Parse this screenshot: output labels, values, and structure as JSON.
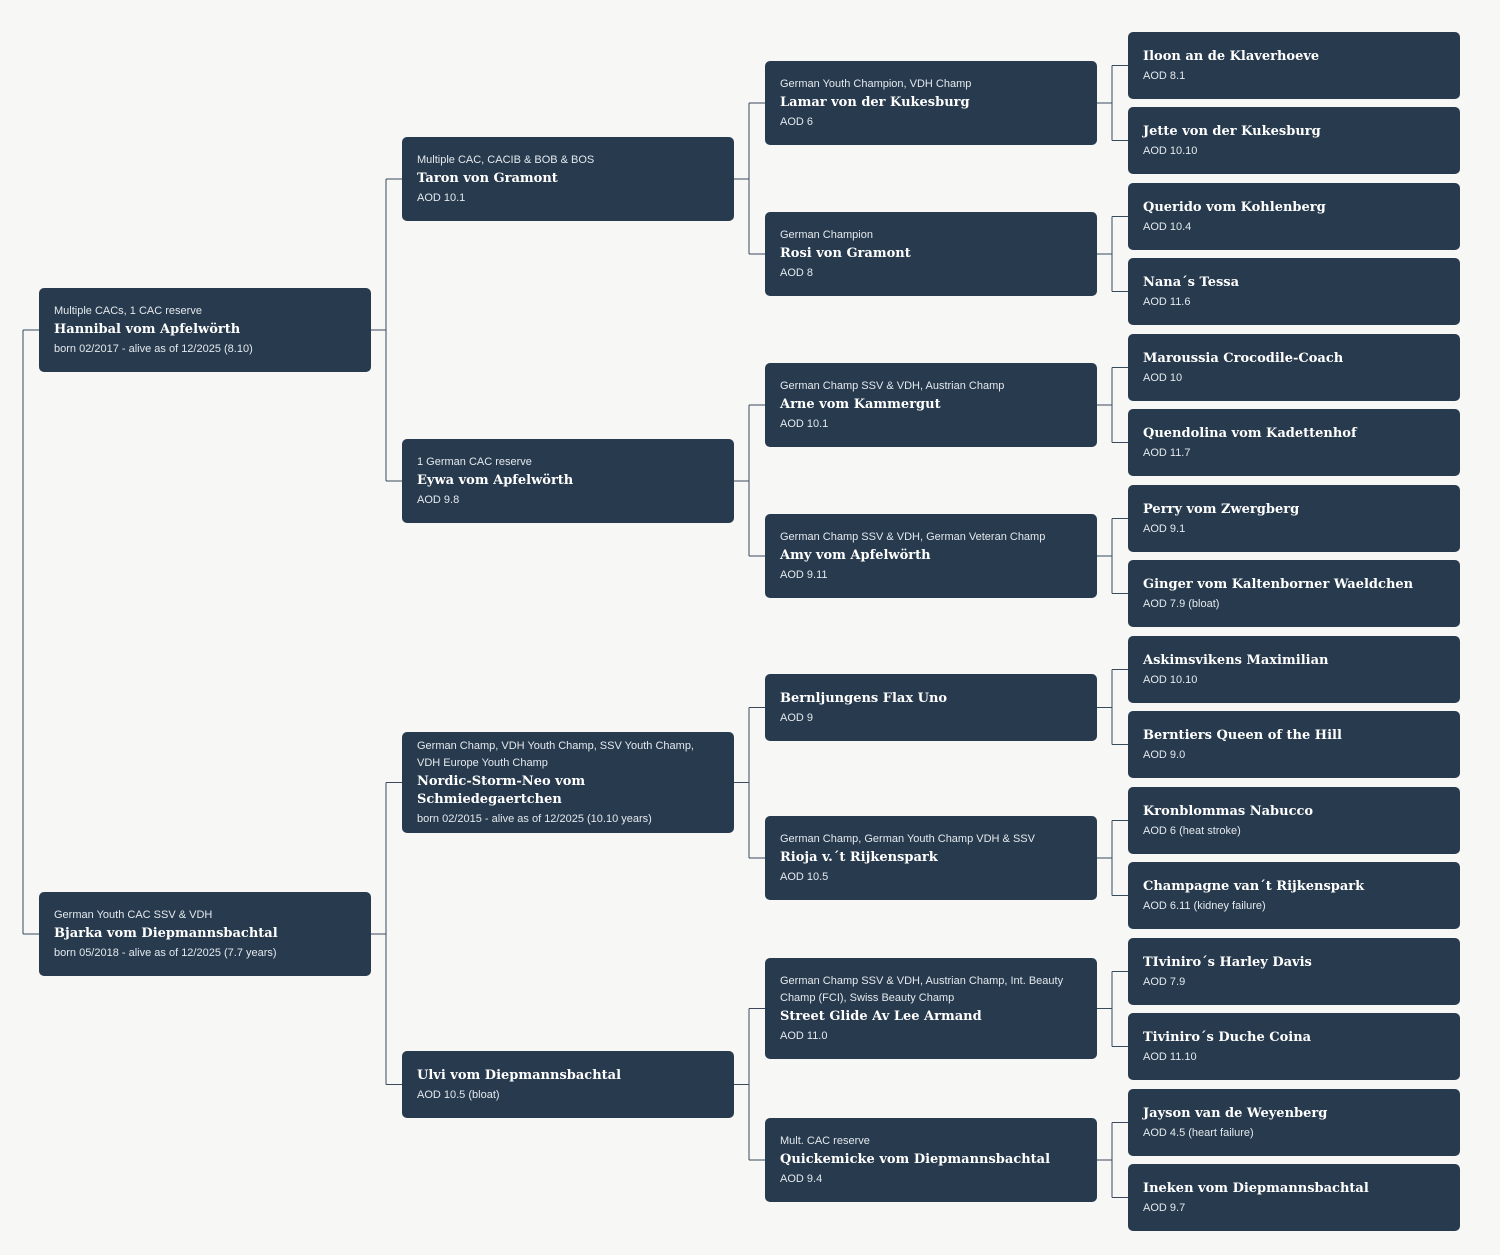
{
  "colors": {
    "background": "#f7f7f6",
    "card": "#283a4d",
    "connector": "#3a4a5c",
    "text": "#ffffff"
  },
  "dogs": [
    {
      "id": "g1a",
      "title": "Multiple CACs, 1 CAC reserve",
      "name": "Hannibal vom Apfelwörth",
      "info": "born 02/2017 - alive as of 12/2025 (8.10)"
    },
    {
      "id": "g1b",
      "title": "German Youth CAC SSV & VDH",
      "name": "Bjarka vom Diepmannsbachtal",
      "info": "born 05/2018 - alive as of 12/2025 (7.7 years)"
    },
    {
      "id": "g2a",
      "title": "Multiple CAC, CACIB & BOB & BOS",
      "name": "Taron von Gramont",
      "info": "AOD 10.1"
    },
    {
      "id": "g2b",
      "title": "1 German CAC reserve",
      "name": "Eywa vom Apfelwörth",
      "info": "AOD 9.8"
    },
    {
      "id": "g2c",
      "title": "German Champ, VDH Youth Champ, SSV Youth Champ, VDH Europe Youth Champ",
      "name": "Nordic-Storm-Neo vom Schmiedegaertchen",
      "info": "born 02/2015 - alive as of 12/2025 (10.10 years)"
    },
    {
      "id": "g2d",
      "title": "",
      "name": "Ulvi vom Diepmannsbachtal",
      "info": "AOD 10.5 (bloat)"
    },
    {
      "id": "g3a",
      "title": "German Youth Champion, VDH Champ",
      "name": "Lamar von der Kukesburg",
      "info": "AOD 6"
    },
    {
      "id": "g3b",
      "title": "German Champion",
      "name": "Rosi von Gramont",
      "info": "AOD 8"
    },
    {
      "id": "g3c",
      "title": "German Champ SSV & VDH, Austrian Champ",
      "name": "Arne vom Kammergut",
      "info": "AOD 10.1"
    },
    {
      "id": "g3d",
      "title": "German Champ SSV & VDH, German Veteran Champ",
      "name": "Amy vom Apfelwörth",
      "info": "AOD 9.11"
    },
    {
      "id": "g3e",
      "title": "",
      "name": "Bernljungens Flax Uno",
      "info": "AOD 9"
    },
    {
      "id": "g3f",
      "title": "German Champ, German Youth Champ VDH & SSV",
      "name": "Rioja v.´t Rijkenspark",
      "info": "AOD 10.5"
    },
    {
      "id": "g3g",
      "title": "German Champ SSV & VDH, Austrian Champ, Int. Beauty Champ (FCI), Swiss Beauty Champ",
      "name": "Street Glide Av Lee Armand",
      "info": "AOD 11.0"
    },
    {
      "id": "g3h",
      "title": "Mult. CAC reserve",
      "name": "Quickemicke vom Diepmannsbachtal",
      "info": "AOD 9.4"
    },
    {
      "id": "g4a",
      "title": "",
      "name": "Iloon an de Klaverhoeve",
      "info": "AOD 8.1"
    },
    {
      "id": "g4b",
      "title": "",
      "name": "Jette von der Kukesburg",
      "info": "AOD 10.10"
    },
    {
      "id": "g4c",
      "title": "",
      "name": "Querido vom Kohlenberg",
      "info": "AOD 10.4"
    },
    {
      "id": "g4d",
      "title": "",
      "name": "Nana´s Tessa",
      "info": "AOD 11.6"
    },
    {
      "id": "g4e",
      "title": "",
      "name": "Maroussia Crocodile-Coach",
      "info": "AOD 10"
    },
    {
      "id": "g4f",
      "title": "",
      "name": "Quendolina vom Kadettenhof",
      "info": "AOD 11.7"
    },
    {
      "id": "g4g",
      "title": "",
      "name": "Perry vom Zwergberg",
      "info": "AOD 9.1"
    },
    {
      "id": "g4h",
      "title": "",
      "name": "Ginger vom Kaltenborner Waeldchen",
      "info": "AOD 7.9 (bloat)"
    },
    {
      "id": "g4i",
      "title": "",
      "name": "Askimsvikens Maximilian",
      "info": "AOD 10.10"
    },
    {
      "id": "g4j",
      "title": "",
      "name": "Berntiers Queen of the Hill",
      "info": "AOD 9.0"
    },
    {
      "id": "g4k",
      "title": "",
      "name": "Kronblommas Nabucco",
      "info": "AOD 6 (heat stroke)"
    },
    {
      "id": "g4l",
      "title": "",
      "name": "Champagne van´t Rijkenspark",
      "info": "AOD 6.11 (kidney failure)"
    },
    {
      "id": "g4m",
      "title": "",
      "name": "TIviniro´s Harley Davis",
      "info": "AOD 7.9"
    },
    {
      "id": "g4n",
      "title": "",
      "name": "Tiviniro´s Duche Coina",
      "info": "AOD 11.10"
    },
    {
      "id": "g4o",
      "title": "",
      "name": "Jayson van de Weyenberg",
      "info": "AOD 4.5 (heart failure)"
    },
    {
      "id": "g4p",
      "title": "",
      "name": "Ineken vom Diepmannsbachtal",
      "info": "AOD 9.7"
    }
  ]
}
